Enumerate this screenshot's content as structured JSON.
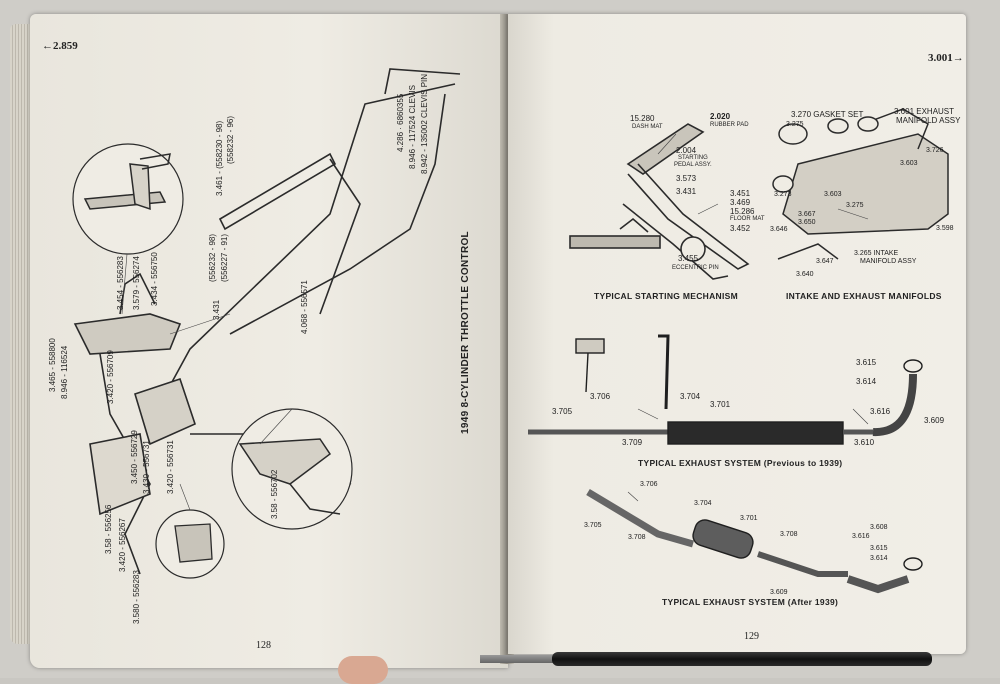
{
  "left_page": {
    "section_number": "←2.859",
    "page_number": "128",
    "caption": "1949 8-CYLINDER THROTTLE CONTROL",
    "callouts": [
      "4.286 · 6860355",
      "8.946 - 117524 CLEVIS",
      "8.942 - 135002 CLEVIS PIN",
      "3.461 - (558230 - 98)",
      "(558232 - 96)",
      "3.431",
      "(556232 - 98)",
      "(556227 - 91)",
      "3.434 - 556750",
      "3.579 - 556274",
      "3.454 - 556283",
      "4.068 - 556571",
      "3.465 - 558800",
      "8.946 - 116524",
      "3.420 - 556709",
      "3.420 - 556731",
      "3.450 - 556729",
      "3.430 - 556731",
      "3.58 - 556702",
      "3.58 - 556256",
      "3.420 - 556267",
      "3.580 - 556283"
    ]
  },
  "right_page": {
    "section_number": "3.001→",
    "page_number": "129",
    "captions": {
      "starting": "TYPICAL STARTING MECHANISM",
      "manifolds": "INTAKE AND EXHAUST MANIFOLDS",
      "exhaust_before": "TYPICAL EXHAUST SYSTEM (Previous to 1939)",
      "exhaust_after": "TYPICAL EXHAUST SYSTEM (After 1939)"
    },
    "starting_labels": {
      "l1": "15.280",
      "l1b": "DASH MAT",
      "l2": "2.020",
      "l2b": "RUBBER PAD",
      "l3": "2.004",
      "l3b": "STARTING",
      "l3c": "PEDAL ASSY.",
      "l4": "3.573",
      "l5": "3.431",
      "l6": "3.451",
      "l7": "3.469",
      "l8": "15.286",
      "l8b": "FLOOR MAT",
      "l9": "3.452",
      "l10": "3.455",
      "l10b": "ECCENTRIC PIN"
    },
    "manifold_labels": {
      "m1": "3.270 GASKET SET",
      "m2": "3.275",
      "m3": "3.601 EXHAUST",
      "m3b": "MANIFOLD ASSY",
      "m4": "3.726",
      "m5": "3.603",
      "m6": "3.273",
      "m7": "3.603",
      "m8": "3.275",
      "m9": "3.667",
      "m10": "3.650",
      "m11": "3.646",
      "m12": "3.647",
      "m13": "3.640",
      "m14": "3.265 INTAKE",
      "m14b": "MANIFOLD ASSY",
      "m15": "3.598"
    },
    "exhaust_before_labels": {
      "e1": "3.706",
      "e2": "3.704",
      "e3": "3.701",
      "e4": "3.705",
      "e5": "3.709",
      "e6": "3.615",
      "e7": "3.614",
      "e8": "3.616",
      "e9": "3.609",
      "e10": "3.610"
    },
    "exhaust_after_labels": {
      "a1": "3.706",
      "a2": "3.704",
      "a3": "3.701",
      "a4": "3.705",
      "a5": "3.708",
      "a6": "3.708",
      "a7": "3.616",
      "a8": "3.608",
      "a9": "3.615",
      "a10": "3.614",
      "a11": "3.609"
    }
  }
}
